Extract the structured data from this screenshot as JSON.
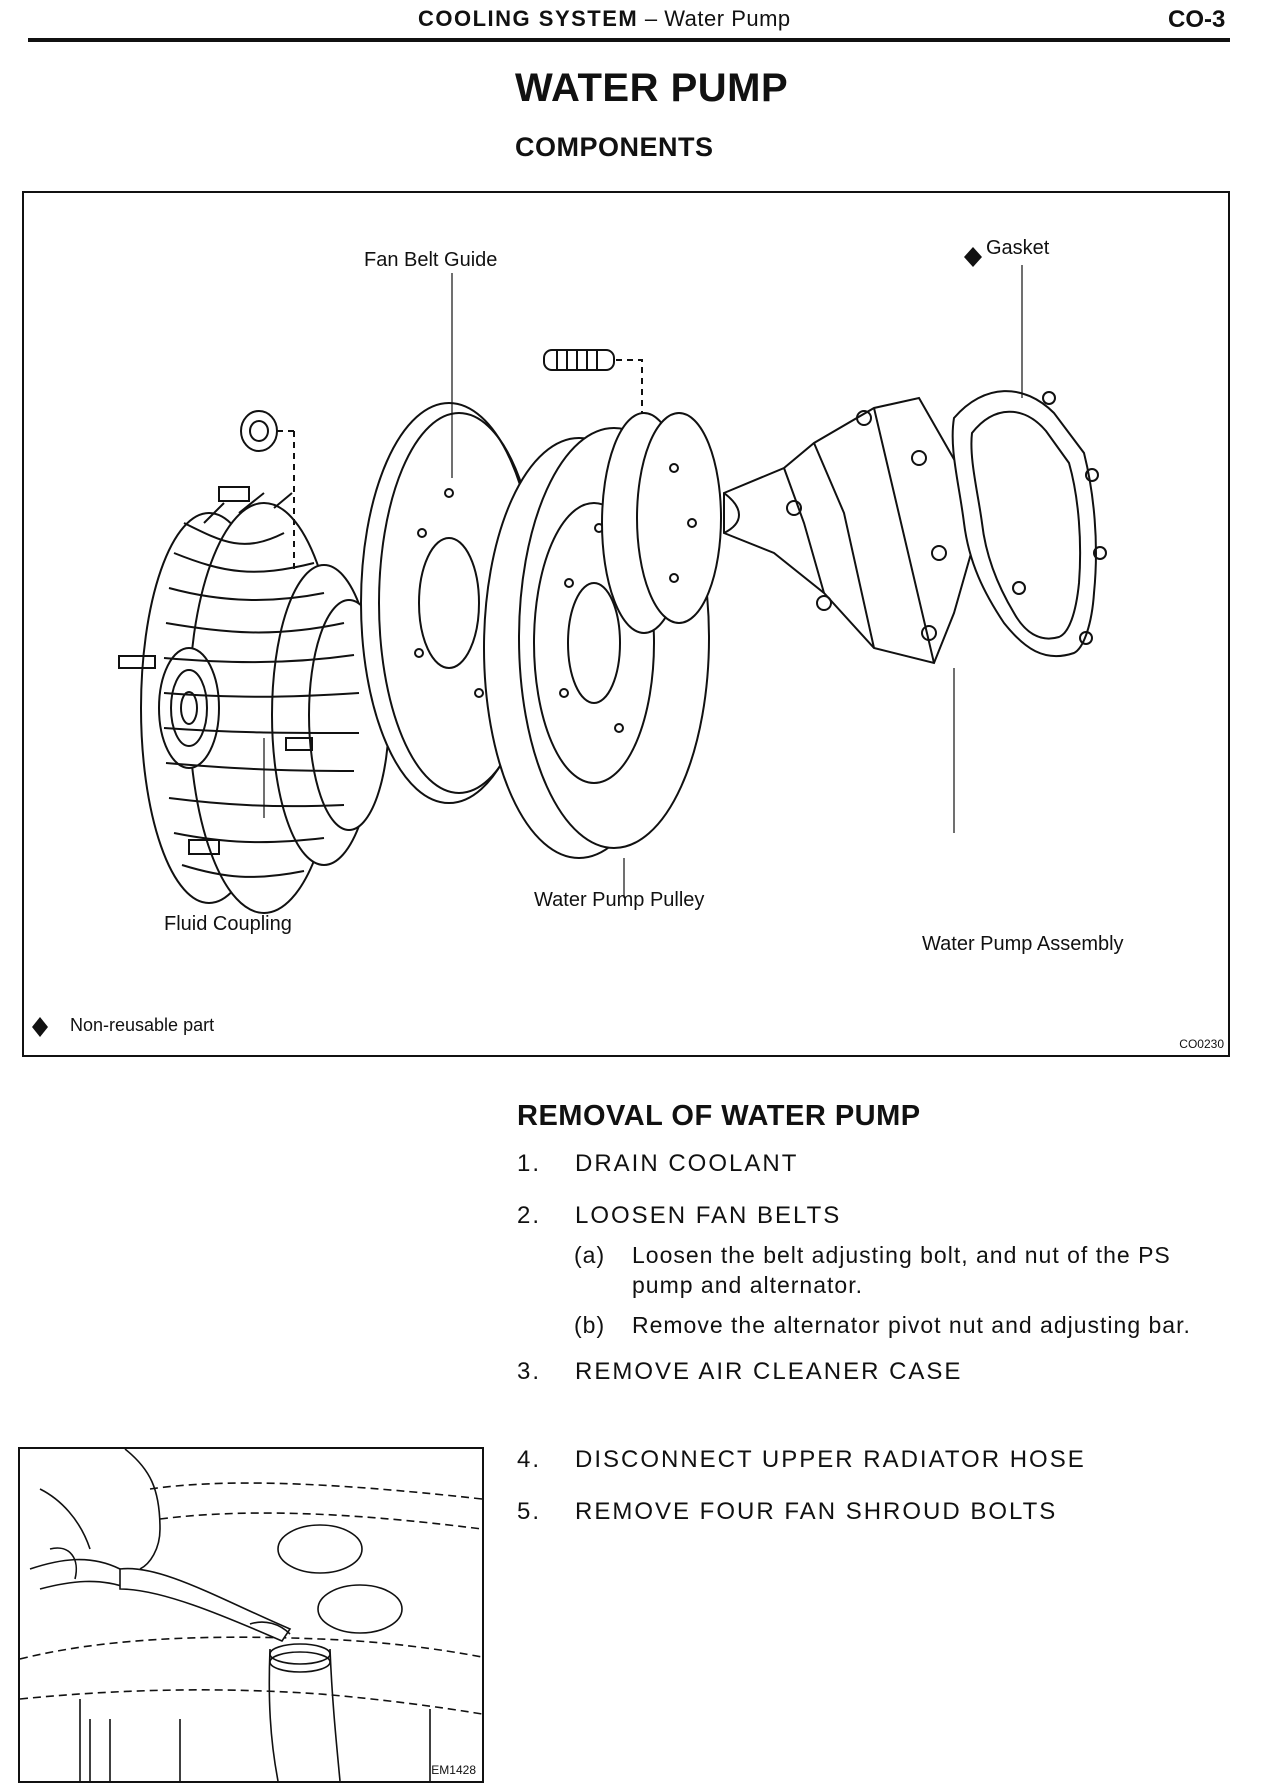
{
  "header": {
    "section": "COOLING SYSTEM",
    "separator": " – ",
    "subsection": "Water Pump",
    "page_number": "CO-3"
  },
  "title": "WATER PUMP",
  "subtitle": "COMPONENTS",
  "components_figure": {
    "labels": {
      "fan_belt_guide": "Fan Belt Guide",
      "gasket": "Gasket",
      "fluid_coupling": "Fluid Coupling",
      "water_pump_pulley": "Water Pump Pulley",
      "water_pump_assembly": "Water Pump Assembly"
    },
    "legend": "Non-reusable part",
    "code": "CO0230"
  },
  "removal": {
    "heading": "REMOVAL OF WATER PUMP",
    "steps": [
      {
        "num": "1.",
        "text": "DRAIN COOLANT"
      },
      {
        "num": "2.",
        "text": "LOOSEN FAN BELTS"
      },
      {
        "num": "3.",
        "text": "REMOVE AIR CLEANER CASE"
      },
      {
        "num": "4.",
        "text": "DISCONNECT UPPER RADIATOR HOSE"
      },
      {
        "num": "5.",
        "text": "REMOVE FOUR FAN SHROUD BOLTS"
      }
    ],
    "substeps": [
      {
        "letter": "(a)",
        "text": "Loosen the belt adjusting bolt, and nut of the PS pump and alternator."
      },
      {
        "letter": "(b)",
        "text": "Remove the alternator pivot nut and adjusting bar."
      }
    ],
    "figure_code": "EM1428"
  }
}
